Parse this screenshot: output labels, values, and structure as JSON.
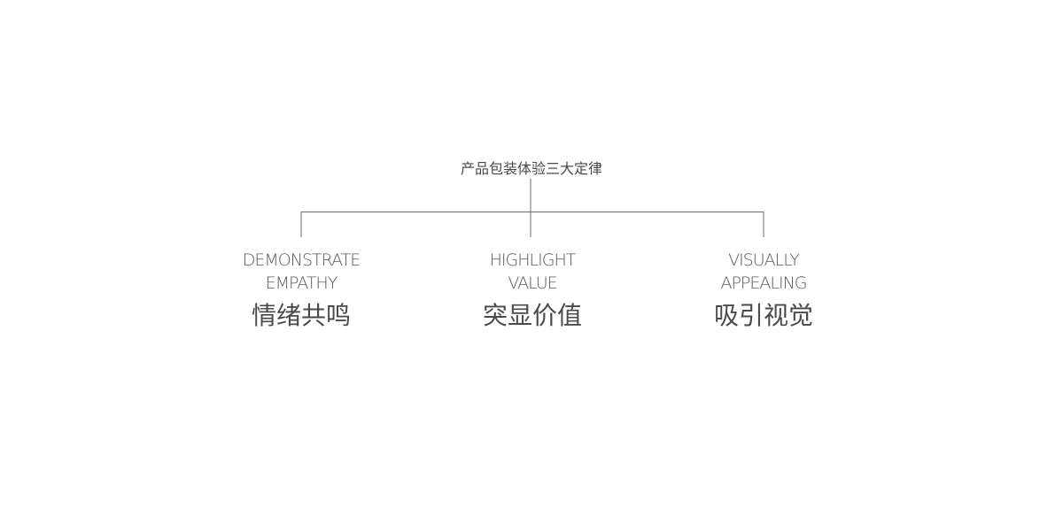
{
  "diagram": {
    "root": "产品包装体验三大定律",
    "branches": [
      {
        "en_line1": "DEMONSTRATE",
        "en_line2": "EMPATHY",
        "cn": "情绪共鸣"
      },
      {
        "en_line1": "HIGHLIGHT",
        "en_line2": "VALUE",
        "cn": "突显价值"
      },
      {
        "en_line1": "VISUALLY",
        "en_line2": "APPEALING",
        "cn": "吸引视觉"
      }
    ],
    "line_color": "#6e6e6e",
    "text_color": "#4a4a4a"
  }
}
